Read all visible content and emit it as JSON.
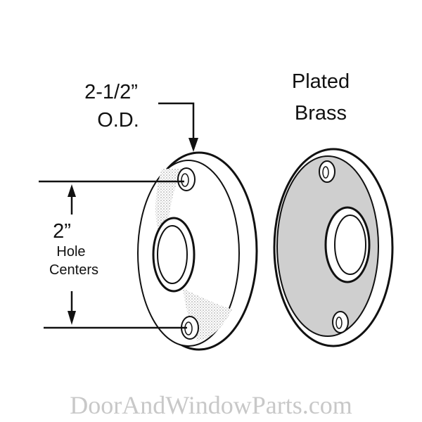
{
  "labels": {
    "outer_diameter_value": "2-1/2”",
    "outer_diameter_abbr": "O.D.",
    "finish_line1": "Plated",
    "finish_line2": "Brass",
    "hole_spacing_value": "2”",
    "hole_spacing_line1": "Hole",
    "hole_spacing_line2": "Centers"
  },
  "watermark": "DoorAndWindowParts.com",
  "colors": {
    "line": "#111111",
    "face_fill": "#cfcfcf",
    "watermark": "#c8c8c8"
  }
}
